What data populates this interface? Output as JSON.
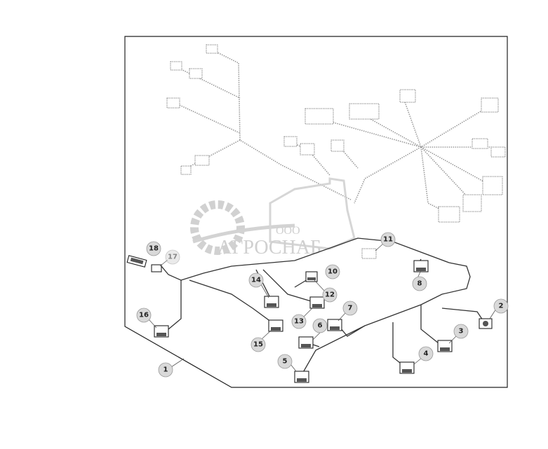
{
  "watermark": {
    "prefix": "ООО",
    "name": "АГРОСНАБ"
  },
  "callouts": [
    {
      "label": "1"
    },
    {
      "label": "2"
    },
    {
      "label": "3"
    },
    {
      "label": "4"
    },
    {
      "label": "5"
    },
    {
      "label": "6"
    },
    {
      "label": "7"
    },
    {
      "label": "8"
    },
    {
      "label": "10"
    },
    {
      "label": "11"
    },
    {
      "label": "12"
    },
    {
      "label": "13"
    },
    {
      "label": "14"
    },
    {
      "label": "15"
    },
    {
      "label": "16"
    },
    {
      "label": "17"
    },
    {
      "label": "18"
    }
  ]
}
